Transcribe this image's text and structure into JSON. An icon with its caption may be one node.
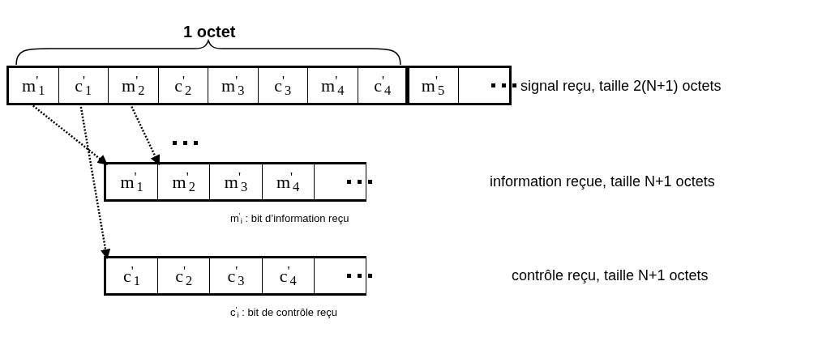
{
  "diagram": {
    "nodes": [
      {
        "text": [
          "m$^{'}$$_{1}$"
        ]
      },
      {
        "text": [
          "c$^{'}$$_{1}$"
        ]
      },
      {
        "text": [
          "m$^{'}$$_{2}$"
        ]
      },
      {
        "text": [
          "c$^{'}$$_{2}$"
        ]
      },
      {
        "text": [
          "m$^{'}$$_{3}$"
        ]
      },
      {
        "text": [
          "c$^{'}$$_{3}$"
        ]
      },
      {
        "text": [
          "m$^{'}$$_{4}$"
        ]
      },
      {
        "text": [
          "c$^{'}$$_{4}$"
        ]
      },
      {
        "text": [
          "m$^{'}$$_{5}$"
        ]
      },
      {
        "text": [],
        "shape": "box"
      },
      {
        "text": [
          "m$^{'}$$_{1}$"
        ]
      },
      {
        "text": [
          "m$^{'}$$_{2}$"
        ]
      },
      {
        "text": [
          "m$^{'}$$_{3}$"
        ]
      },
      {
        "text": [
          "m$^{'}$$_{4}$"
        ]
      },
      {
        "text": [],
        "shape": "box"
      },
      {
        "text": [
          "c$^{'}$$_{1}$"
        ]
      },
      {
        "text": [
          "c$^{'}$$_{2}$"
        ]
      },
      {
        "text": [
          "c$^{'}$$_{3}$"
        ]
      },
      {
        "text": [
          "c$^{'}$$_{4}$"
        ]
      },
      {
        "text": [],
        "shape": "box"
      }
    ],
    "edges": [
      {
        "from": 0,
        "to": 10,
        "arrow": "to",
        "style": "dashed"
      },
      {
        "from": 1,
        "to": 15,
        "arrow": "to",
        "style": "dashed"
      },
      {
        "from": 2,
        "to": 11,
        "arrow": "to",
        "style": "dashed"
      }
    ],
    "labels": [
      "1 octet",
      "signal reçu, taille 2(N+1) octets",
      "information reçue, taille N+1 octets",
      "m$^{'}$$_{i}$ : bit d’information reçu",
      "contrôle reçu, taille N+1 octets",
      "c$^{'}$$_{i}$ : bit de contrôle reçu"
    ]
  }
}
